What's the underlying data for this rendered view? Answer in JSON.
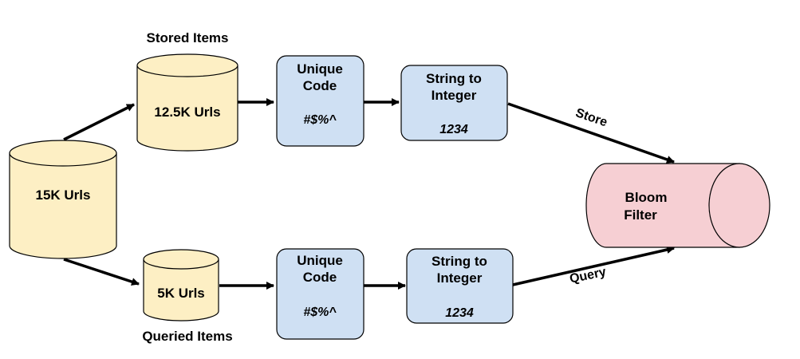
{
  "colors": {
    "cylinder_fill": "#fdefc4",
    "process_fill": "#cfe0f3",
    "filter_fill": "#f6cfd3",
    "stroke": "#000000"
  },
  "nodes": {
    "source": {
      "label": "15K Urls"
    },
    "stored_db": {
      "label": "12.5K Urls",
      "caption": "Stored Items"
    },
    "queried_db": {
      "label": "5K Urls",
      "caption": "Queried Items"
    },
    "stored_code": {
      "line1": "Unique",
      "line2": "Code",
      "symbol": "#$%^"
    },
    "stored_int": {
      "line1": "String to",
      "line2": "Integer",
      "value": "1234"
    },
    "queried_code": {
      "line1": "Unique",
      "line2": "Code",
      "symbol": "#$%^"
    },
    "queried_int": {
      "line1": "String to",
      "line2": "Integer",
      "value": "1234"
    },
    "bloom": {
      "line1": "Bloom",
      "line2": "Filter"
    }
  },
  "edges": {
    "store": "Store",
    "query": "Query"
  }
}
